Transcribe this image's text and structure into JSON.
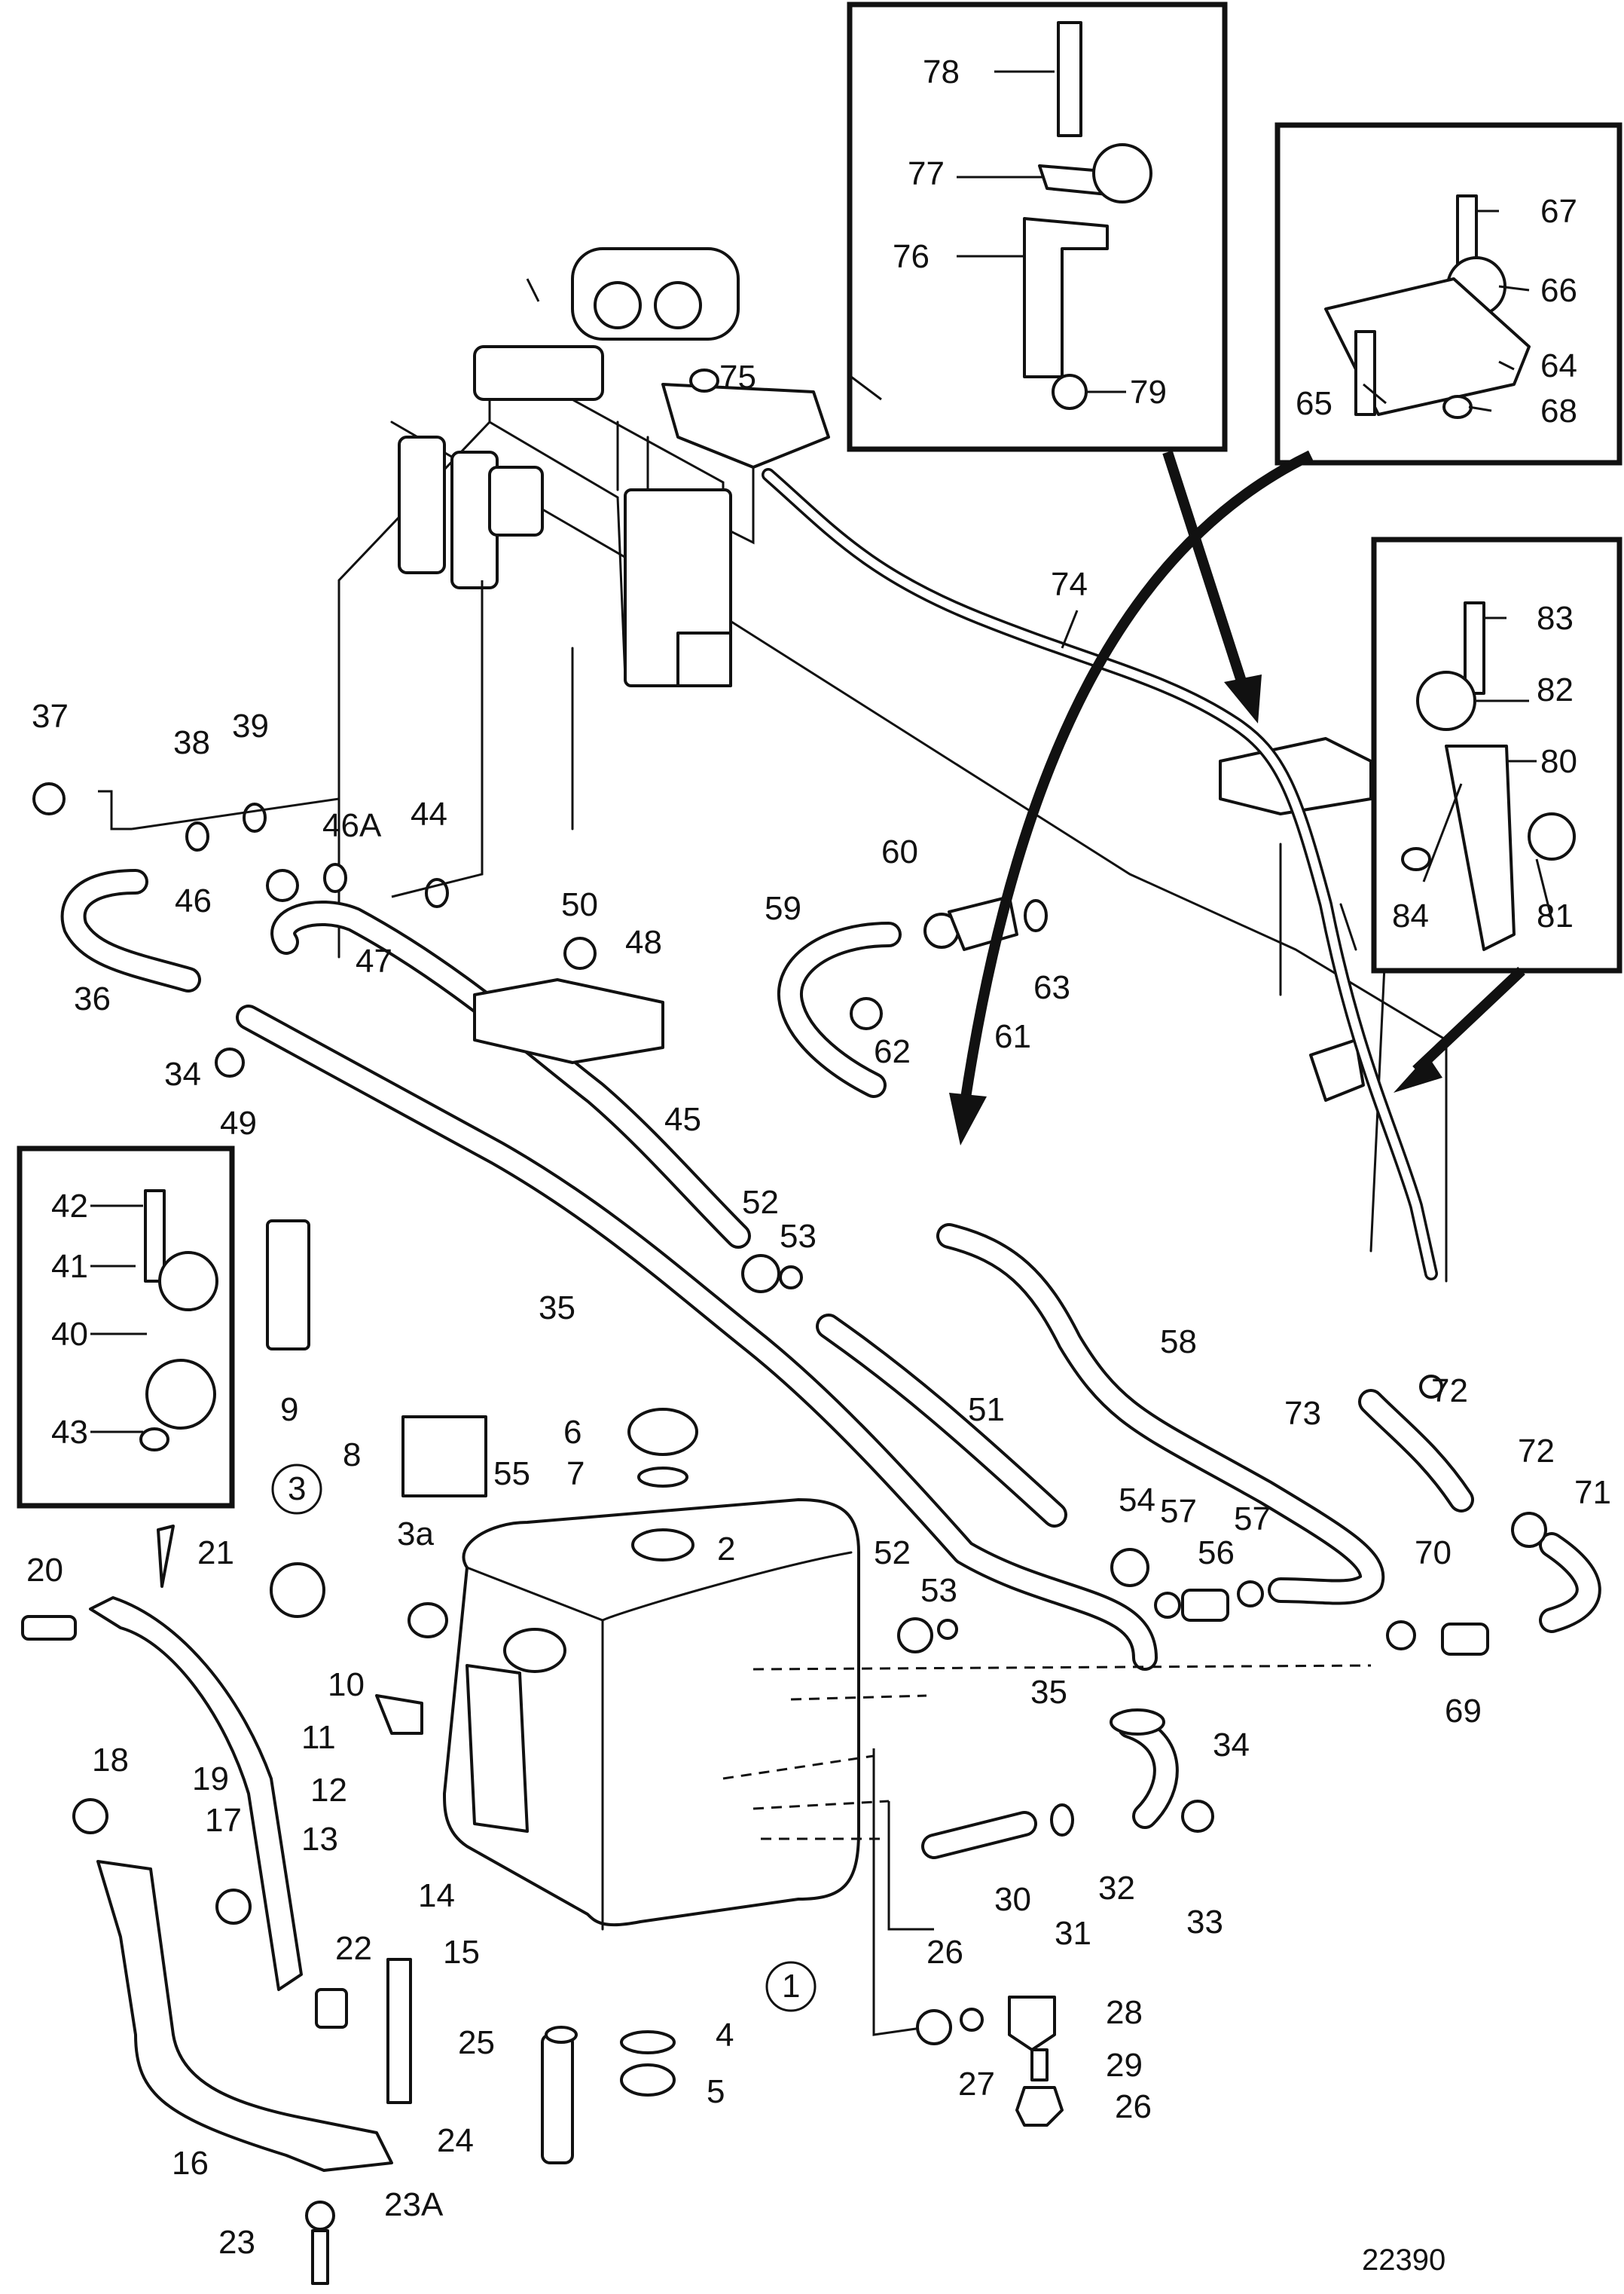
{
  "drawing_number": "22390",
  "labels": {
    "l1": "1",
    "l2": "2",
    "l3": "3",
    "l3a": "3a",
    "l4": "4",
    "l5": "5",
    "l6": "6",
    "l7": "7",
    "l8": "8",
    "l9": "9",
    "l10": "10",
    "l11": "11",
    "l12": "12",
    "l13": "13",
    "l14": "14",
    "l15": "15",
    "l16": "16",
    "l17": "17",
    "l18": "18",
    "l19": "19",
    "l20": "20",
    "l21": "21",
    "l22": "22",
    "l23": "23",
    "l23a": "23A",
    "l24": "24",
    "l25": "25",
    "l26a": "26",
    "l26b": "26",
    "l27": "27",
    "l28": "28",
    "l29": "29",
    "l30": "30",
    "l31": "31",
    "l32": "32",
    "l33": "33",
    "l34a": "34",
    "l34b": "34",
    "l35a": "35",
    "l35b": "35",
    "l36": "36",
    "l37": "37",
    "l38": "38",
    "l39": "39",
    "l40": "40",
    "l41": "41",
    "l42": "42",
    "l43": "43",
    "l44": "44",
    "l45": "45",
    "l46": "46",
    "l46a": "46A",
    "l47": "47",
    "l48": "48",
    "l49": "49",
    "l50": "50",
    "l51": "51",
    "l52a": "52",
    "l52b": "52",
    "l53a": "53",
    "l53b": "53",
    "l54": "54",
    "l55": "55",
    "l56": "56",
    "l57a": "57",
    "l57b": "57",
    "l58": "58",
    "l59": "59",
    "l60": "60",
    "l61": "61",
    "l62": "62",
    "l63": "63",
    "l64": "64",
    "l65": "65",
    "l66": "66",
    "l67": "67",
    "l68": "68",
    "l69": "69",
    "l70": "70",
    "l71": "71",
    "l72a": "72",
    "l72b": "72",
    "l73": "73",
    "l74": "74",
    "l75": "75",
    "l76": "76",
    "l77": "77",
    "l78": "78",
    "l79": "79",
    "l80": "80",
    "l81": "81",
    "l82": "82",
    "l83": "83",
    "l84": "84"
  }
}
